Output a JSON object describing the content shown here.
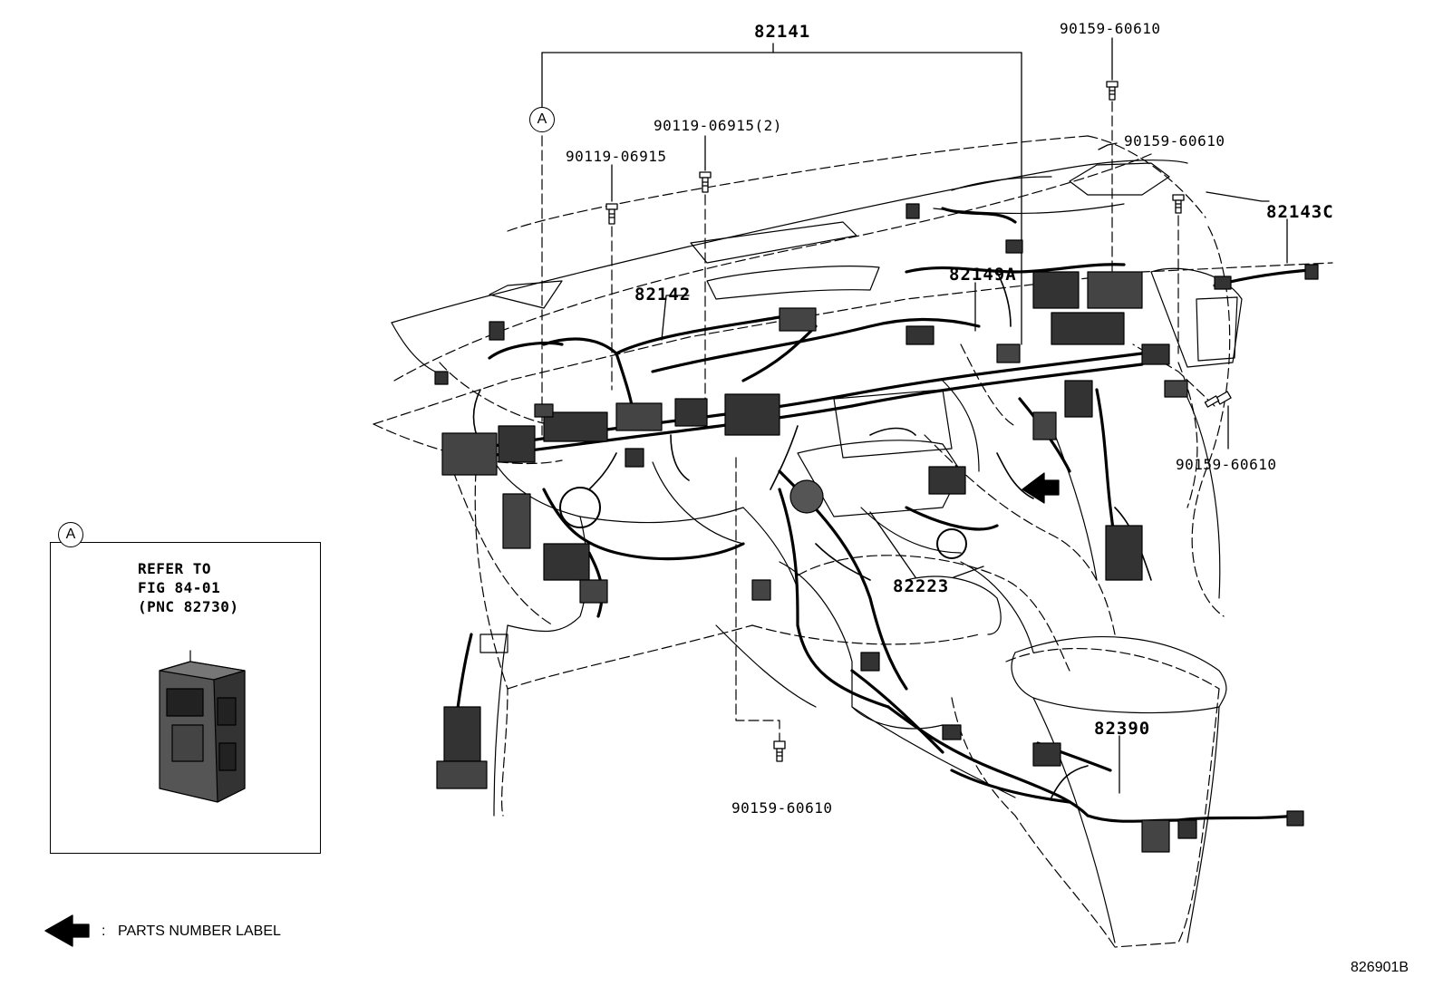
{
  "labels": {
    "p82141": "82141",
    "p90159_top": "90159-60610",
    "p90119_2": "90119-06915(2)",
    "p90119": "90119-06915",
    "p90159_right1": "90159-60610",
    "p82143c": "82143C",
    "p82142": "82142",
    "p82149a": "82149A",
    "p90159_right2": "90159-60610",
    "p82223": "82223",
    "p82390": "82390",
    "p90159_bottom": "90159-60610"
  },
  "callouts": {
    "a_main": "A",
    "a_inset": "A"
  },
  "inset": {
    "line1": "REFER TO",
    "line2": "FIG 84-01",
    "line3": "(PNC 82730)"
  },
  "legend": {
    "separator": ":",
    "text": "PARTS NUMBER LABEL"
  },
  "figure_id": "826901B"
}
